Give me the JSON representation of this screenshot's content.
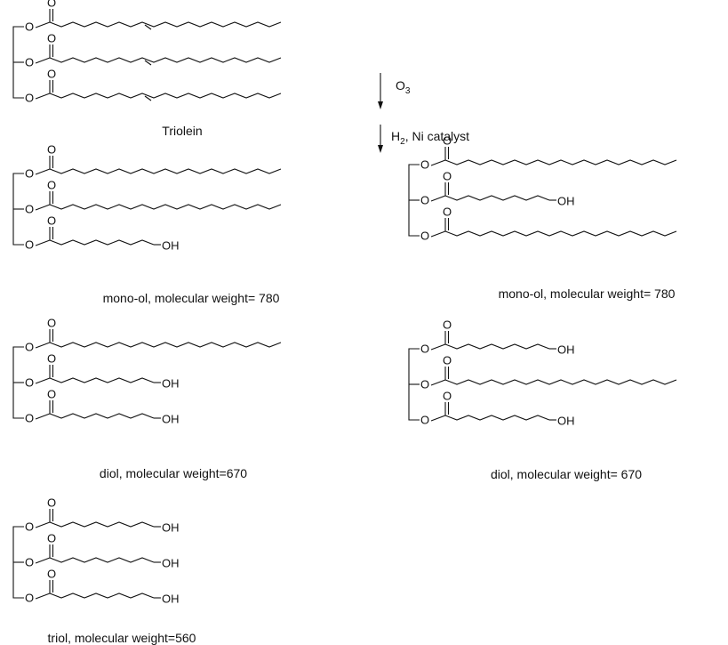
{
  "atoms": {
    "oxygen": "O",
    "hydroxyl": "OH"
  },
  "reaction": {
    "step1": {
      "reagent_main": "O",
      "reagent_sub": "3"
    },
    "step2": {
      "reagent_main": "H",
      "reagent_sub": "2",
      "reagent_rest": ", Ni catalyst"
    }
  },
  "molecules": [
    {
      "id": "triolein",
      "caption": "Triolein",
      "chains": [
        "oleate",
        "oleate",
        "oleate"
      ]
    },
    {
      "id": "monool-a",
      "caption": "mono-ol, molecular weight= 780",
      "chains": [
        "stearate",
        "stearate",
        "oh9"
      ]
    },
    {
      "id": "monool-b",
      "caption": "mono-ol, molecular weight= 780",
      "chains": [
        "stearate",
        "oh9",
        "stearate"
      ]
    },
    {
      "id": "diol-a",
      "caption": "diol, molecular weight=670",
      "chains": [
        "stearate",
        "oh9",
        "oh9"
      ]
    },
    {
      "id": "diol-b",
      "caption": "diol, molecular weight= 670",
      "chains": [
        "oh9",
        "stearate",
        "oh9"
      ]
    },
    {
      "id": "triol",
      "caption": "triol, molecular weight=560",
      "chains": [
        "oh9",
        "oh9",
        "oh9"
      ]
    }
  ]
}
